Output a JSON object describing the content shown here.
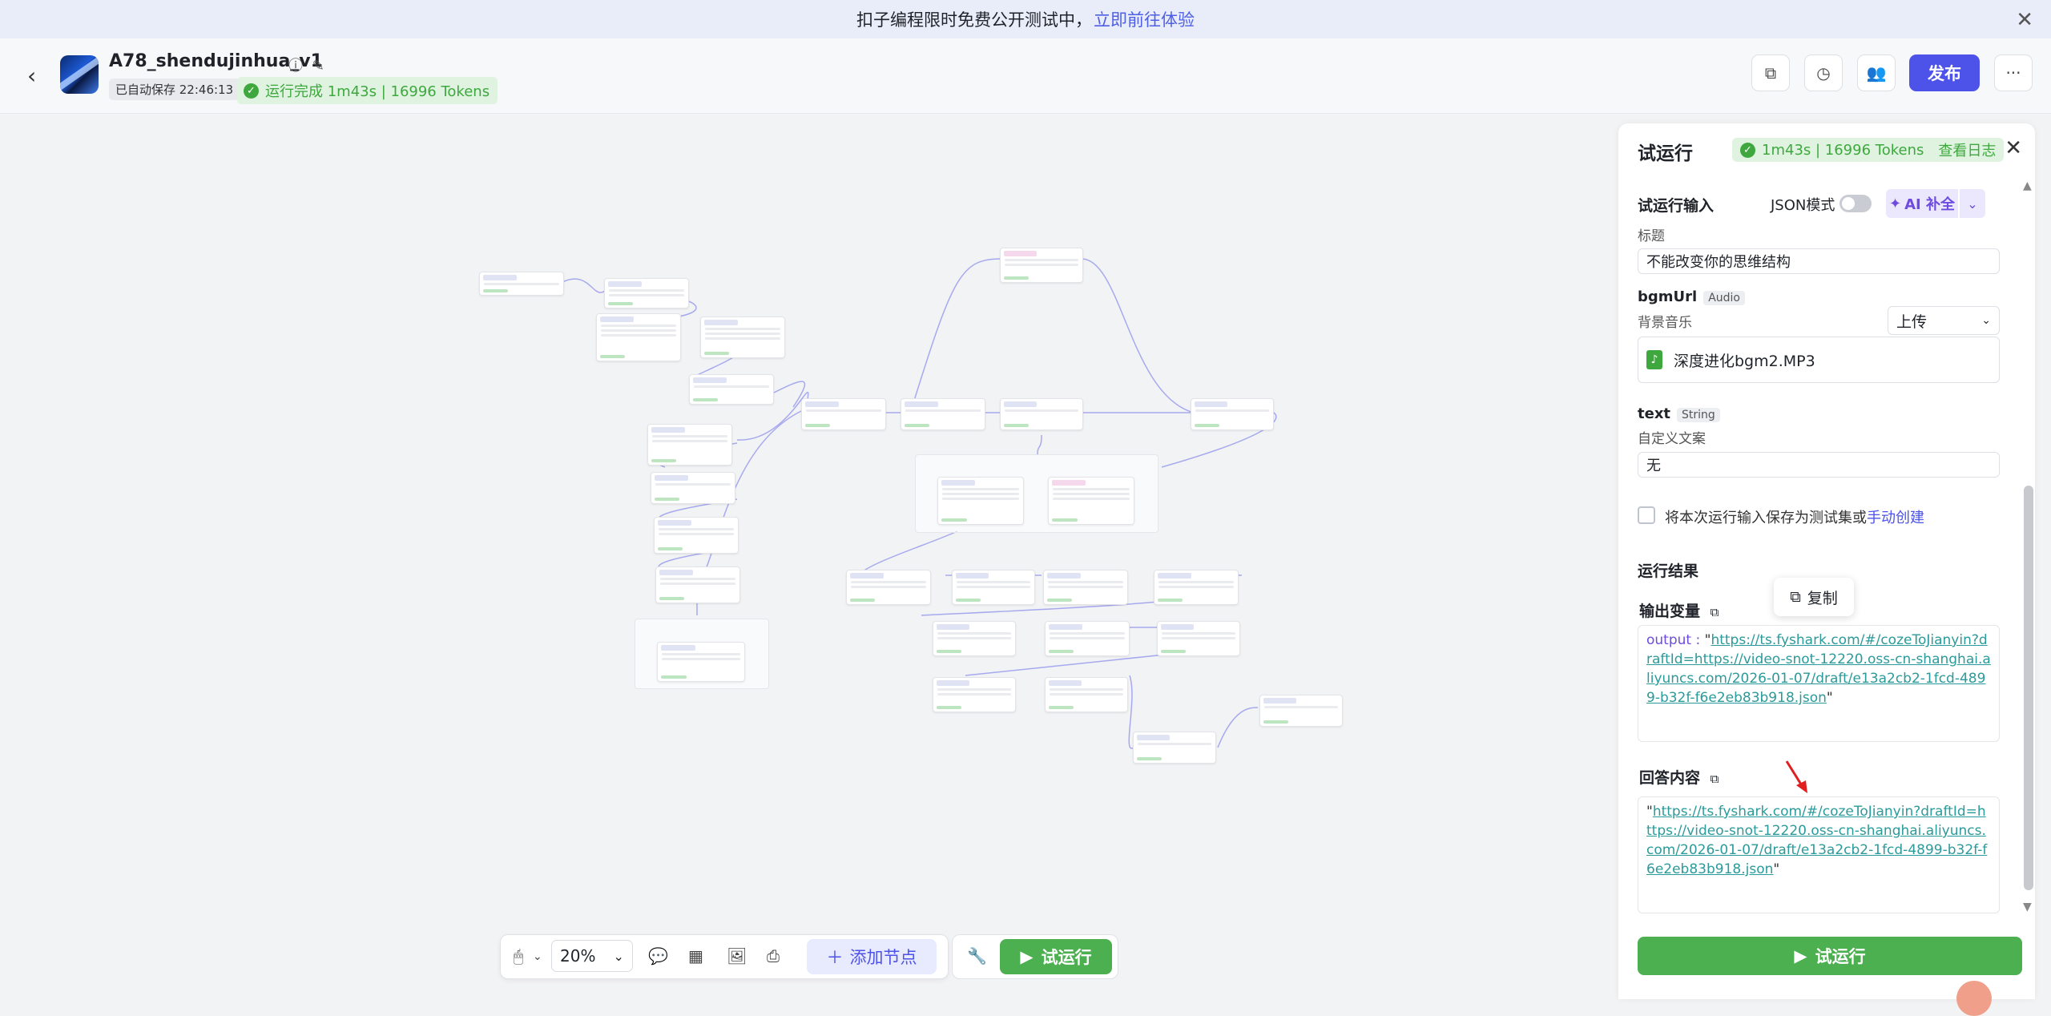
{
  "banner": {
    "text": "扣子编程限时免费公开测试中，",
    "link": "立即前往体验"
  },
  "header": {
    "title": "A78_shendujinhua_v1",
    "autosave": "已自动保存 22:46:13",
    "run_status": "运行完成 1m43s | 16996 Tokens",
    "publish_label": "发布"
  },
  "toolbar": {
    "zoom": "20%",
    "add_node_label": "添加节点",
    "test_run_label": "试运行"
  },
  "panel": {
    "title": "试运行",
    "status": "1m43s | 16996 Tokens",
    "view_log": "查看日志",
    "input_section": "试运行输入",
    "json_mode": "JSON模式",
    "ai_fill": "AI 补全",
    "title_label": "标题",
    "title_value": "不能改变你的思维结构",
    "bgm_name": "bgmUrl",
    "bgm_type": "Audio",
    "bgm_label": "背景音乐",
    "bgm_upload": "上传",
    "bgm_file": "深度进化bgm2.MP3",
    "text_name": "text",
    "text_type": "String",
    "text_label": "自定义文案",
    "text_value": "无",
    "save_testset_prefix": "将本次运行输入保存为测试集或",
    "save_testset_link": "手动创建",
    "result_section": "运行结果",
    "output_var_label": "输出变量",
    "output_key": "output : ",
    "output_quote_open": "\"",
    "output_url": "https://ts.fyshark.com/#/cozeToJianyin?draftId=https://video-snot-12220.oss-cn-shanghai.aliyuncs.com/2026-01-07/draft/e13a2cb2-1fcd-4899-b32f-f6e2eb83b918.json",
    "output_quote_close": "\"",
    "answer_label": "回答内容",
    "answer_quote_open": "\"",
    "answer_url": "https://ts.fyshark.com/#/cozeToJianyin?draftId=https://video-snot-12220.oss-cn-shanghai.aliyuncs.com/2026-01-07/draft/e13a2cb2-1fcd-4899-b32f-f6e2eb83b918.json",
    "answer_quote_close": "\"",
    "copy_tooltip": "复制",
    "run_button": "试运行"
  },
  "colors": {
    "accent": "#4d53e8",
    "success": "#4caf50",
    "link": "#2b9a9a"
  }
}
